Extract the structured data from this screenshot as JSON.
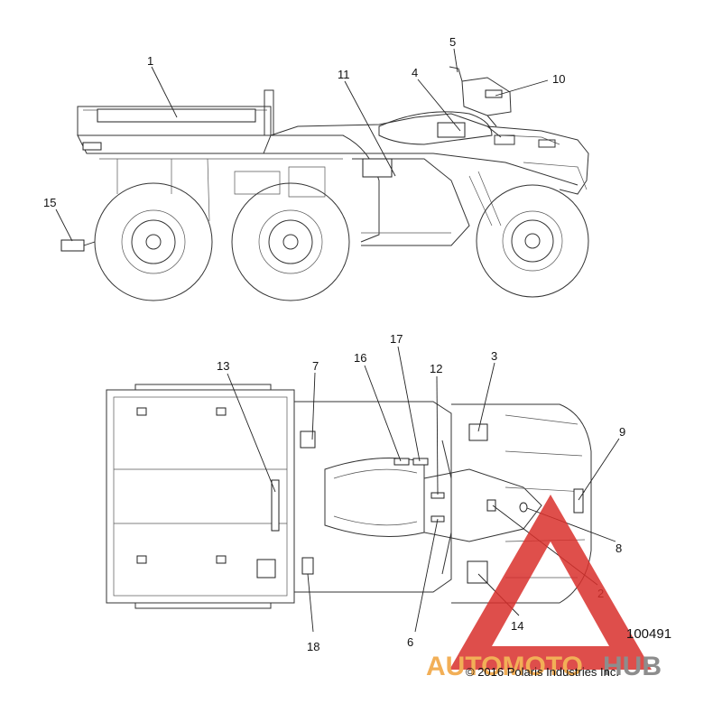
{
  "callouts": [
    {
      "id": "1",
      "label": "1"
    },
    {
      "id": "2",
      "label": "2"
    },
    {
      "id": "3",
      "label": "3"
    },
    {
      "id": "4",
      "label": "4"
    },
    {
      "id": "5",
      "label": "5"
    },
    {
      "id": "6",
      "label": "6"
    },
    {
      "id": "7",
      "label": "7"
    },
    {
      "id": "8",
      "label": "8"
    },
    {
      "id": "9",
      "label": "9"
    },
    {
      "id": "10",
      "label": "10"
    },
    {
      "id": "11",
      "label": "11"
    },
    {
      "id": "12",
      "label": "12"
    },
    {
      "id": "13",
      "label": "13"
    },
    {
      "id": "14",
      "label": "14"
    },
    {
      "id": "15",
      "label": "15"
    },
    {
      "id": "16",
      "label": "16"
    },
    {
      "id": "17",
      "label": "17"
    },
    {
      "id": "18",
      "label": "18"
    }
  ],
  "footer": {
    "doc_number": "100491",
    "copyright": "© 2016 Polaris Industries Inc."
  },
  "watermark": {
    "part1": "AUTOMOTO",
    "part2": "HUB",
    "color_orange": "#f0a23a",
    "color_gray": "#7a7a7a",
    "color_red": "#d9302c"
  }
}
